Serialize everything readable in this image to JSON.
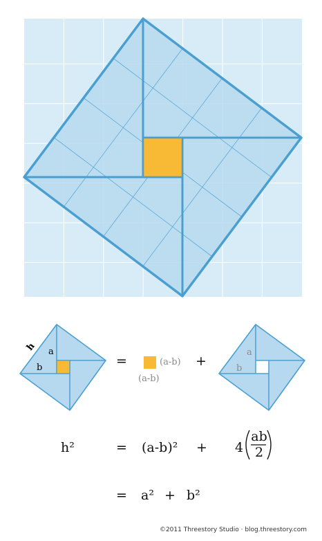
{
  "colors": {
    "background_grid": "#d8ecf8",
    "grid_line": "#ffffff",
    "fill": "#b7d9ef",
    "stroke": "#4a9fd0",
    "inner_line": "#5aaad8",
    "square": "#f8b934",
    "text": "#111111",
    "grey_text": "#8a8a8a"
  },
  "labels": {
    "h": "h",
    "a": "a",
    "b": "b",
    "a_grey": "a",
    "b_grey": "b",
    "a_minus_b_1": "(a-b)",
    "a_minus_b_2": "(a-b)"
  },
  "operators": {
    "eq1": "=",
    "plus1": "+",
    "eq2": "=",
    "plus2": "+",
    "eq3": "=",
    "plus3": "+"
  },
  "equation2": {
    "lhs": "h²",
    "term1": "(a-b)²",
    "coef": "4",
    "numerator": "ab",
    "denominator": "2"
  },
  "equation3": {
    "a2": "a²",
    "b2": "b²"
  },
  "credit": "©2011 Threestory Studio · blog.threestory.com"
}
